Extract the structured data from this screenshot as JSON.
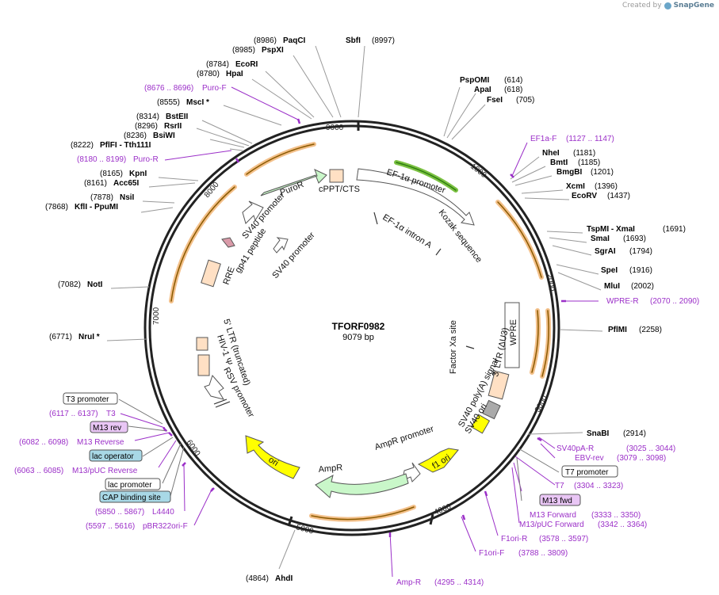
{
  "branding": {
    "created_by": "Created by",
    "app_name": "SnapGene"
  },
  "map": {
    "name": "TFORF0982",
    "length_label": "9079 bp",
    "colors": {
      "ring": "#222222",
      "primer": "#9b2fc8",
      "enzyme_text": "#000000",
      "enzyme_line": "#999999",
      "orf_fill": "#f3c08a",
      "orf_stroke": "#8a5a00",
      "promoter_fill": "#ffffff",
      "resistance_fill": "#c9f7c9",
      "ori_fill": "#ffff00",
      "misc_fill": "#ffe0c4",
      "feature_box_bg": "#ffffff",
      "protein_bind_bg": "#a8d8e6",
      "primer_bind_bg": "#e9c6f5"
    },
    "ticks": [
      "9000",
      "1000",
      "2000",
      "3000",
      "4000",
      "5000",
      "6000",
      "7000",
      "8000"
    ],
    "enzymes": [
      {
        "pos": "(8986)",
        "name": "PaqCI"
      },
      {
        "pos": "(8985)",
        "name": "PspXI"
      },
      {
        "pos": "(8997)",
        "name": "SbfI"
      },
      {
        "pos": "(8784)",
        "name": "EcoRI"
      },
      {
        "pos": "(8780)",
        "name": "HpaI"
      },
      {
        "pos": "(8555)",
        "name": "MscI *"
      },
      {
        "pos": "(8314)",
        "name": "BstEII"
      },
      {
        "pos": "(8296)",
        "name": "RsrII"
      },
      {
        "pos": "(8236)",
        "name": "BsiWI"
      },
      {
        "pos": "(8222)",
        "name": "PflFI  - Tth111I"
      },
      {
        "pos": "(8165)",
        "name": "KpnI"
      },
      {
        "pos": "(8161)",
        "name": "Acc65I"
      },
      {
        "pos": "(7878)",
        "name": "NsiI"
      },
      {
        "pos": "(7868)",
        "name": "KflI  - PpuMI"
      },
      {
        "pos": "(7082)",
        "name": "NotI"
      },
      {
        "pos": "(6771)",
        "name": "NruI *"
      },
      {
        "pos": "(614)",
        "name": "PspOMI"
      },
      {
        "pos": "(618)",
        "name": "ApaI"
      },
      {
        "pos": "(705)",
        "name": "FseI"
      },
      {
        "pos": "(1181)",
        "name": "NheI"
      },
      {
        "pos": "(1185)",
        "name": "BmtI"
      },
      {
        "pos": "(1201)",
        "name": "BmgBI"
      },
      {
        "pos": "(1396)",
        "name": "XcmI"
      },
      {
        "pos": "(1437)",
        "name": "EcoRV"
      },
      {
        "pos": "(1691)",
        "name": "TspMI  - XmaI"
      },
      {
        "pos": "(1693)",
        "name": "SmaI"
      },
      {
        "pos": "(1794)",
        "name": "SgrAI"
      },
      {
        "pos": "(1916)",
        "name": "SpeI"
      },
      {
        "pos": "(2002)",
        "name": "MluI"
      },
      {
        "pos": "(2258)",
        "name": "PflMI"
      },
      {
        "pos": "(2914)",
        "name": "SnaBI"
      },
      {
        "pos": "(4864)",
        "name": "AhdI"
      }
    ],
    "primers": [
      {
        "range": "(8676 .. 8696)",
        "name": "Puro-F"
      },
      {
        "range": "(8180 .. 8199)",
        "name": "Puro-R"
      },
      {
        "range": "(1127 .. 1147)",
        "name": "EF1a-F"
      },
      {
        "range": "(2070 .. 2090)",
        "name": "WPRE-R"
      },
      {
        "range": "(3025 .. 3044)",
        "name": "SV40pA-R"
      },
      {
        "range": "(3079 .. 3098)",
        "name": "EBV-rev"
      },
      {
        "range": "(3304 .. 3323)",
        "name": "T7"
      },
      {
        "range": "(3333 .. 3350)",
        "name": "M13 Forward"
      },
      {
        "range": "(3342 .. 3364)",
        "name": "M13/pUC Forward"
      },
      {
        "range": "(3578 .. 3597)",
        "name": "F1ori-R"
      },
      {
        "range": "(3788 .. 3809)",
        "name": "F1ori-F"
      },
      {
        "range": "(4295 .. 4314)",
        "name": "Amp-R"
      },
      {
        "range": "(5597 .. 5616)",
        "name": "pBR322ori-F"
      },
      {
        "range": "(5850 .. 5867)",
        "name": "L4440"
      },
      {
        "range": "(6063 .. 6085)",
        "name": "M13/pUC Reverse"
      },
      {
        "range": "(6082 .. 6098)",
        "name": "M13 Reverse"
      },
      {
        "range": "(6117 .. 6137)",
        "name": "T3"
      }
    ],
    "boxed_labels": {
      "t7_promoter": "T7 promoter",
      "m13_fwd": "M13 fwd",
      "t3_promoter": "T3 promoter",
      "m13_rev": "M13 rev",
      "lac_operator": "lac operator",
      "lac_promoter": "lac promoter",
      "cap_binding_site": "CAP binding site"
    },
    "features": {
      "cppt": "cPPT/CTS",
      "ef1a_promoter": "EF-1α promoter",
      "kozak": "Kozak sequence",
      "ef1a_intron": "EF-1α intron A",
      "puror": "PuroR",
      "sv40_promoter_1": "SV40 promoter",
      "sv40_promoter_2": "SV40 promoter",
      "gp41": "gp41 peptide",
      "rre": "RRE",
      "factor_xa": "Factor Xa site",
      "wpre": "WPRE",
      "ltr3": "3' LTR (ΔU3)",
      "sv40_polya": "SV40 poly(A) signal",
      "sv40_ori": "SV40 ori",
      "f1_ori": "f1 ori",
      "ampr_promoter": "AmpR promoter",
      "ampr": "AmpR",
      "ori": "ori",
      "ltr5": "5' LTR (truncated)",
      "hiv_psi": "HIV-1 Ψ",
      "rsv_promoter": "RSV promoter"
    }
  }
}
